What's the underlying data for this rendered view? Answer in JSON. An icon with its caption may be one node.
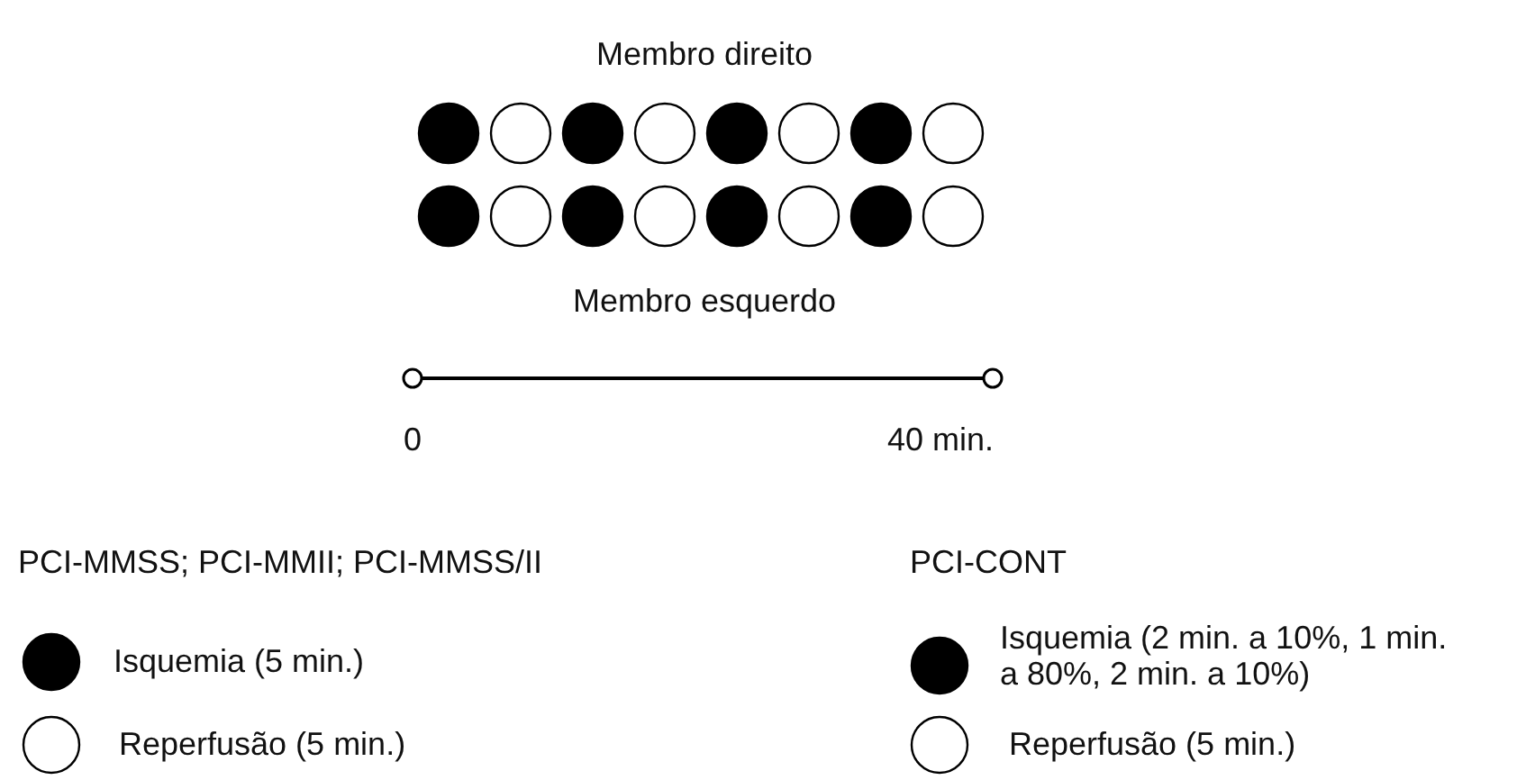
{
  "diagram": {
    "labels": [
      "Membro direito",
      "Membro esquerdo",
      "0",
      "40 min.",
      "PCI-MMSS; PCI-MMII; PCI-MMSS/II",
      "PCI-CONT"
    ],
    "legend": [
      {
        "text": "Isquemia (5 min.)",
        "color": "#000000"
      },
      {
        "text": "Reperfusão (5 min.)"
      },
      {
        "text": "Isquemia (2 min. a 10%, 1 min. a 80%, 2 min. a 10%)",
        "color": "#000000"
      },
      {
        "text": "Reperfusão (5 min.)"
      }
    ]
  }
}
